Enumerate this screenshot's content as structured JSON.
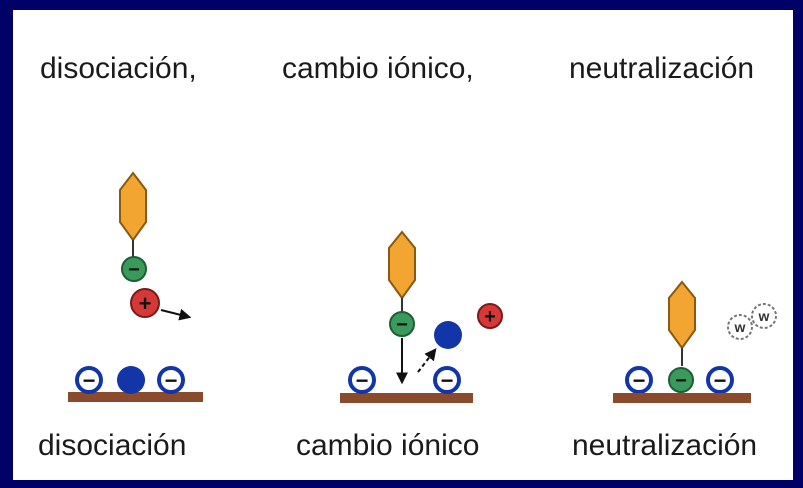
{
  "labels": {
    "top": [
      "disociación,",
      "cambio iónico,",
      "neutralización"
    ],
    "bottom": [
      "disociación",
      "cambio iónico",
      "neutralización"
    ]
  },
  "icons": {
    "ligand": "orange-hexagon-ligand",
    "negative_ion": "green-negative-ion",
    "positive_ion": "red-positive-ion",
    "neutral_ion": "blue-neutral-ion",
    "surface_charge": "blue-ringed-negative-charge",
    "water": "water-molecule-icon",
    "surface": "brown-surface-bar",
    "arrow": "motion-arrow"
  },
  "symbols": {
    "minus": "−",
    "plus": "+",
    "water": "w"
  },
  "colors": {
    "background": "#000066",
    "panel": "#ffffff",
    "ligand": "#f2a531",
    "green_ion": "#3a9a5b",
    "red_ion": "#d63838",
    "blue_ion": "#1236a8",
    "surface": "#8a4a2c"
  }
}
